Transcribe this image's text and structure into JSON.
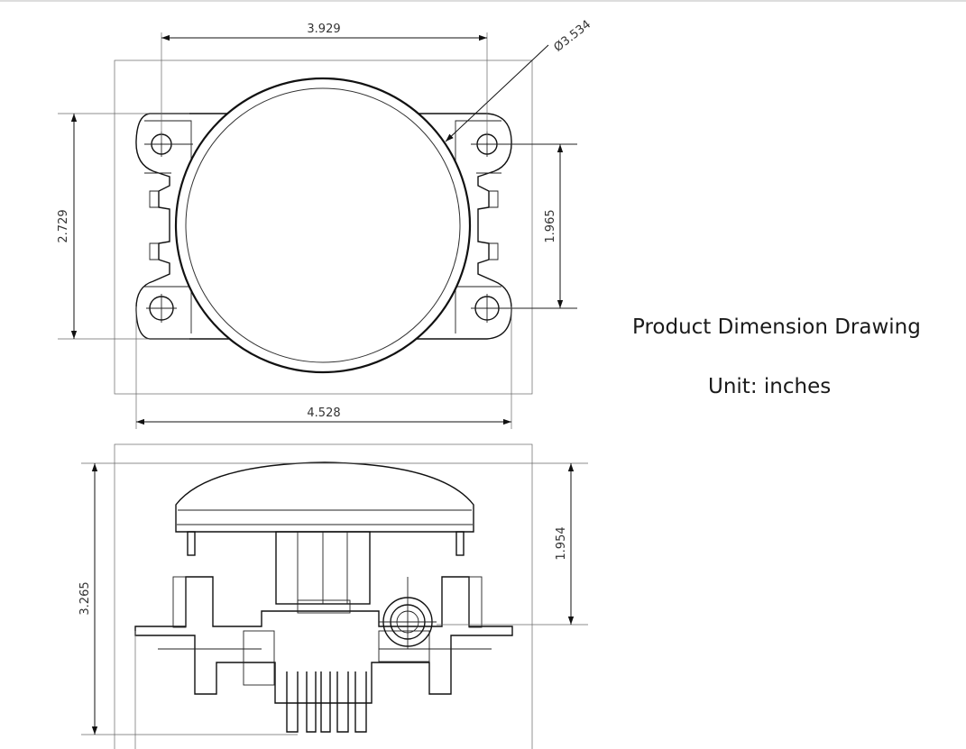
{
  "title": "Product Dimension Drawing",
  "unit": "Unit: inches",
  "front_view": {
    "hole_spacing_width": "3.929",
    "lens_diameter": "Ø3.534",
    "overall_height": "2.729",
    "hole_spacing_height": "1.965",
    "overall_width": "4.528"
  },
  "side_view": {
    "overall_depth": "3.265",
    "lens_to_mount_depth": "1.954"
  }
}
